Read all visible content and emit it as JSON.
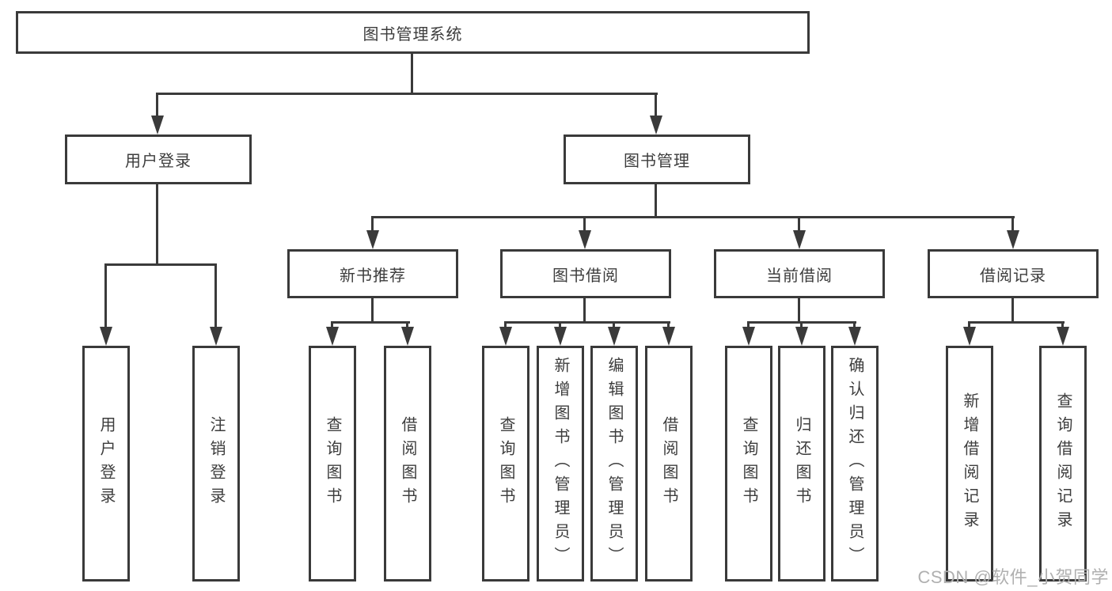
{
  "tree": {
    "root": "图书管理系统",
    "user_branch": {
      "label": "用户登录",
      "children": [
        "用户登录",
        "注销登录"
      ]
    },
    "book_branch": {
      "label": "图书管理",
      "groups": [
        {
          "label": "新书推荐",
          "children": [
            "查询图书",
            "借阅图书"
          ]
        },
        {
          "label": "图书借阅",
          "children": [
            "查询图书",
            "新增图书（管理员）",
            "编辑图书（管理员）",
            "借阅图书"
          ]
        },
        {
          "label": "当前借阅",
          "children": [
            "查询图书",
            "归还图书",
            "确认归还（管理员）"
          ]
        },
        {
          "label": "借阅记录",
          "children": [
            "新增借阅记录",
            "查询借阅记录"
          ]
        }
      ]
    }
  },
  "watermark": "CSDN @软件_小贺同学",
  "colors": {
    "line": "#3a3a3a",
    "text": "#3d3d3d",
    "watermark": "#b0b0b0",
    "background": "#ffffff"
  }
}
